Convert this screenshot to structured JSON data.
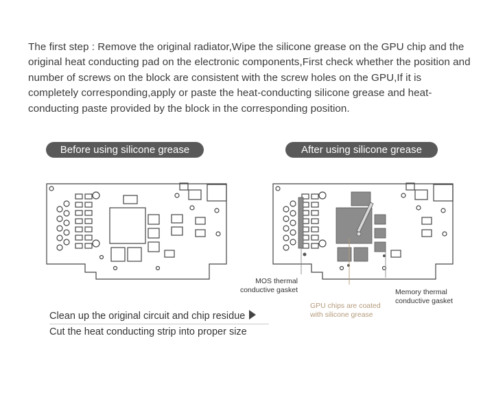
{
  "intro_text": "The first step : Remove the original radiator,Wipe the silicone grease on the GPU chip and the original heat conducting pad on the electronic components,First check whether the position and number of screws on the block are consistent with the screw holes on the GPU,If it is completely corresponding,apply or paste the heat-conducting silicone grease and heat-conducting paste provided by the block in the corresponding position.",
  "label_before": "Before using silicone grease",
  "label_after": "After using silicone grease",
  "callout_mos_1": "MOS thermal",
  "callout_mos_2": "conductive gasket",
  "callout_gpu_1": "GPU chips are coated",
  "callout_gpu_2": "with silicone grease",
  "callout_mem_1": "Memory thermal",
  "callout_mem_2": "conductive gasket",
  "step_1": "Clean up the original circuit and chip residue",
  "step_2": "Cut the heat conducting strip into proper size",
  "colors": {
    "pill": "#595959",
    "pad": "#8c8c8c",
    "gold": "#b49a7a",
    "line": "#444444"
  }
}
